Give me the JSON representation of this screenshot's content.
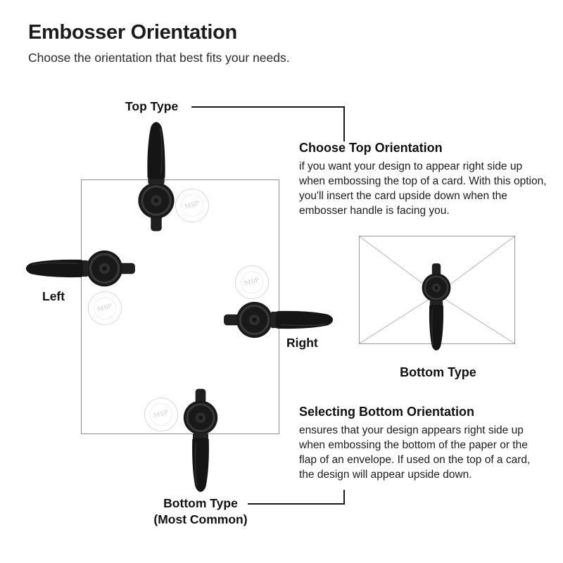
{
  "page": {
    "title": "Embosser Orientation",
    "subtitle": "Choose the orientation that best fits your needs."
  },
  "diagram": {
    "top_label": "Top Type",
    "left_label": "Left",
    "right_label": "Right",
    "bottom_label_line1": "Bottom Type",
    "bottom_label_line2": "(Most Common)",
    "seal_text": "MSP"
  },
  "sections": {
    "top": {
      "heading": "Choose Top Orientation",
      "body": "if you want your design to appear right side up when embossing the top of a card.  With this option, you'll insert the card upside down when the embosser handle is facing you."
    },
    "envelope_label": "Bottom Type",
    "bottom": {
      "heading": "Selecting Bottom Orientation",
      "body": "ensures that your design appears right side up when embossing the bottom of the paper or the flap of an envelope.  If used on the top of a card, the design will appear upside down."
    }
  }
}
